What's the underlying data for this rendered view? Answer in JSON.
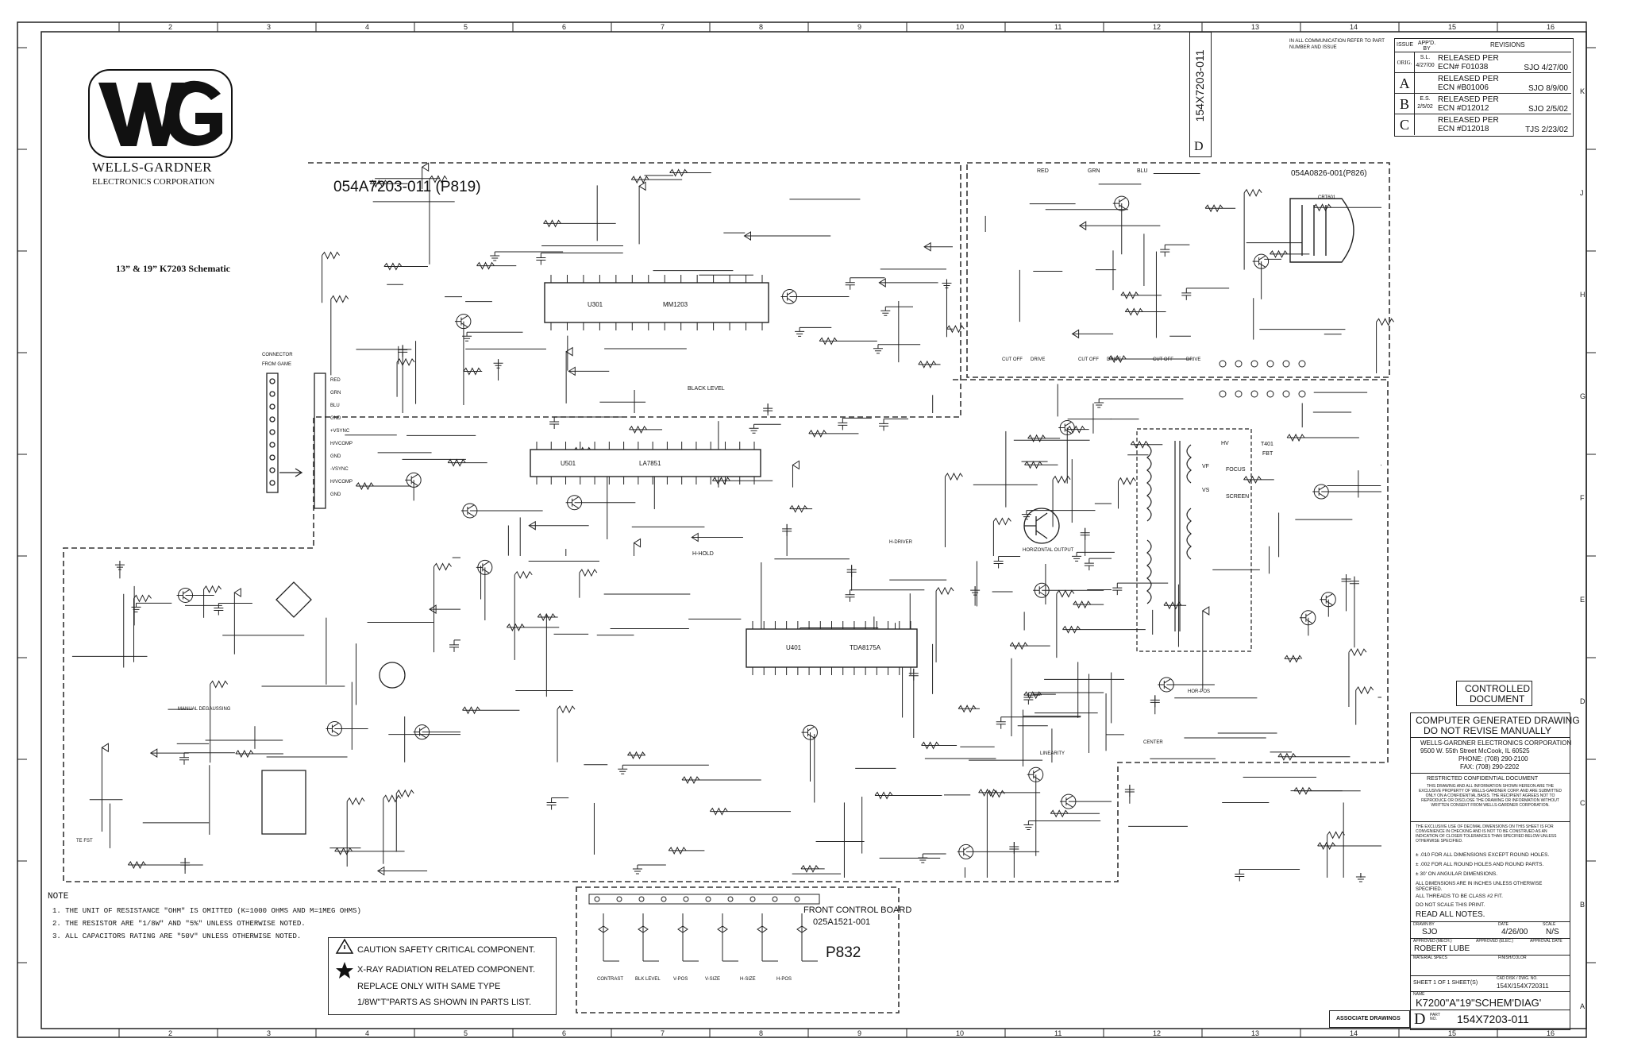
{
  "company": {
    "name": "WELLS-GARDNER",
    "subname": "ELECTRONICS CORPORATION",
    "logo_letters": "WG"
  },
  "title": "13” & 19” K7203 Schematic",
  "main_board": {
    "label": "054A7203-011 (P819)"
  },
  "crt_board": {
    "label": "054A0826-001(P826)"
  },
  "front_board": {
    "label": "FRONT CONTROL BOARD",
    "part": "025A1521-001",
    "id": "P832"
  },
  "vertical_doc_number": "154X7203-011",
  "doc_size_letter": "D",
  "connector": {
    "title": "CONNECTOR",
    "subtitle": "FROM GAME",
    "pins": [
      "RED",
      "GRN",
      "BLU",
      "GND",
      "+VSYNC",
      "H/VCOMP",
      "GND",
      "-VSYNC",
      "H/VCOMP",
      "GND"
    ]
  },
  "ics": [
    {
      "ref": "U301",
      "part": "MM1203"
    },
    {
      "ref": "U501",
      "part": "LA7851"
    },
    {
      "ref": "U401",
      "part": "TDA8175A"
    }
  ],
  "front_controls": [
    "CONTRAST",
    "BLK LEVEL",
    "V-POS",
    "V-SIZE",
    "H-SIZE",
    "H-POS"
  ],
  "crt_controls": [
    "CUT OFF",
    "DRIVE",
    "CUT OFF",
    "DRIVE",
    "CUT OFF",
    "DRIVE"
  ],
  "color_labels": [
    "RED",
    "GRN",
    "BLU"
  ],
  "fbt_labels": [
    "HV",
    "FOCUS",
    "SCREEN",
    "VF",
    "VS",
    "T401",
    "FBT"
  ],
  "misc_labels": {
    "black_level": "BLACK LEVEL",
    "h_hold": "H-HOLD",
    "horiz_output": "HORIZONTAL OUTPUT",
    "h_driver": "H-DRIVER",
    "linearity": "LINEARITY",
    "center": "CENTER",
    "hor_pos": "HOR-POS",
    "manual_degaussing": "MANUAL DEGAUSSING",
    "thermal": "TE FST",
    "crt": "CRT601"
  },
  "notes": {
    "heading": "NOTE",
    "items": [
      "1. THE UNIT OF RESISTANCE \"OHM\" IS OMITTED (K=1000 OHMS AND M=1MEG OHMS)",
      "2. THE RESISTOR ARE \"1/8W\" AND \"5%\" UNLESS OTHERWISE NOTED.",
      "3. ALL CAPACITORS RATING ARE \"50V\" UNLESS OTHERWISE NOTED."
    ]
  },
  "caution": {
    "line1": "CAUTION   SAFETY CRITICAL COMPONENT.",
    "line2": "X-RAY RADIATION RELATED COMPONENT.",
    "line3": "REPLACE ONLY WITH SAME TYPE",
    "line4": "1/8W\"T\"PARTS AS SHOWN IN PARTS LIST."
  },
  "communication_note": "IN ALL COMMUNICATION REFER TO PART NUMBER AND ISSUE",
  "revisions": {
    "headers": {
      "issue": "ISSUE",
      "appd": "APP'D. BY",
      "revisions": "REVISIONS"
    },
    "rows": [
      {
        "issue": "ORIG.",
        "date": "4/27/00",
        "by": "S.L.",
        "text1": "RELEASED PER",
        "text2": "ECN# F01038",
        "sig": "SJO 4/27/00"
      },
      {
        "issue": "A",
        "date": "",
        "by": "",
        "text1": "RELEASED PER",
        "text2": "ECN #B01006",
        "sig": "SJO 8/9/00"
      },
      {
        "issue": "B",
        "date": "2/5/02",
        "by": "E.S.",
        "text1": "RELEASED PER",
        "text2": "ECN #D12012",
        "sig": "SJO 2/5/02"
      },
      {
        "issue": "C",
        "date": "",
        "by": "",
        "text1": "RELEASED PER",
        "text2": "ECN #D12018",
        "sig": "TJS 2/23/02"
      }
    ]
  },
  "controlled": {
    "line1": "CONTROLLED",
    "line2": "DOCUMENT"
  },
  "computer_generated": {
    "line1": "COMPUTER GENERATED DRAWING",
    "line2": "DO NOT REVISE MANUALLY"
  },
  "address": {
    "line1": "WELLS-GARDNER ELECTRONICS CORPORATION",
    "line2": "9500 W. 55th Street  McCook, IL  60525",
    "line3": "PHONE: (708) 290-2100",
    "line4": "FAX: (708) 290-2202"
  },
  "restricted": {
    "heading": "RESTRICTED CONFIDENTIAL DOCUMENT",
    "body": "THIS DRAWING AND ALL INFORMATION SHOWN HEREON ARE THE EXCLUSIVE PROPERTY OF WELLS-GARDNER CORP. AND ARE SUBMITTED ONLY ON A CONFIDENTIAL BASIS. THE RECIPIENT AGREES NOT TO REPRODUCE OR DISCLOSE THE DRAWING OR INFORMATION WITHOUT WRITTEN CONSENT FROM WELLS-GARDNER CORPORATION."
  },
  "tolerances": {
    "intro": "THE EXCLUSIVE USE OF DECIMAL DIMENSIONS ON THIS SHEET IS FOR CONVENIENCE IN CHECKING AND IS NOT TO BE CONSTRUED AS AN INDICATION OF CLOSER TOLERANCES THAN SPECIFIED BELOW UNLESS OTHERWISE SPECIFIED.",
    "t1": "± .010  FOR ALL DIMENSIONS EXCEPT ROUND HOLES.",
    "t2": "± .002  FOR ALL ROUND HOLES AND ROUND PARTS.",
    "t3": "± 30'  ON ANGULAR DIMENSIONS.",
    "t4": "ALL DIMENSIONS ARE IN INCHES UNLESS OTHERWISE SPECIFIED.",
    "t5": "ALL THREADS TO BE CLASS #2 FIT.",
    "t6": "DO NOT SCALE THIS PRINT.",
    "t7": "READ ALL NOTES."
  },
  "titleblock": {
    "drawn_by_label": "DRAWN BY",
    "drawn_by": "SJO",
    "date_label": "DATE",
    "date": "4/26/00",
    "scale_label": "SCALE",
    "scale": "N/S",
    "approved_mech_label": "APPROVED (MECH.)",
    "approved_elec_label": "APPROVED (ELEC.)",
    "approval_date_label": "APPROVAL DATE",
    "approved_by": "ROBERT LUBE",
    "material_label": "MATERIAL SPECS",
    "finish_label": "FINISH/COLOR",
    "sheet": "SHEET  1  OF  1  SHEET(S)",
    "cad_label": "CAD DISK / DWG. NO.",
    "cad": "154X/154X720311",
    "name_label": "NAME",
    "name": "K7200\"A\"19\"SCHEM'DIAG'",
    "size": "D",
    "part_label": "PART NO.",
    "part": "154X7203-011",
    "associate": "ASSOCIATE DRAWINGS"
  },
  "grid": {
    "columns": [
      "2",
      "3",
      "4",
      "5",
      "6",
      "7",
      "8",
      "9",
      "10",
      "11",
      "12",
      "13",
      "14",
      "15",
      "16"
    ],
    "rows": [
      "K",
      "J",
      "H",
      "G",
      "F",
      "E",
      "D",
      "C",
      "B",
      "A"
    ]
  }
}
